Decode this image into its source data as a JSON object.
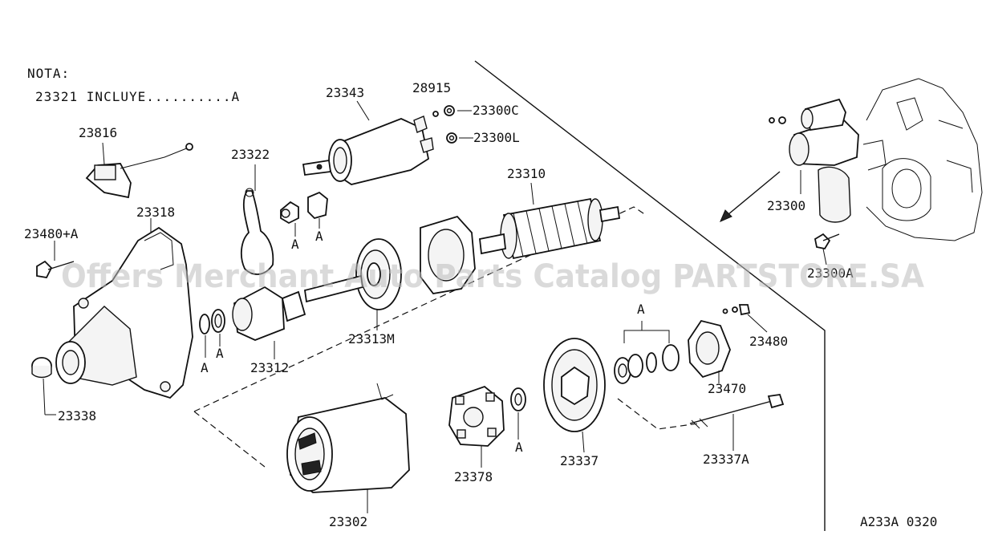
{
  "note": {
    "title": "NOTA:",
    "text": "23321 INCLUYE..........A"
  },
  "labels": {
    "p23816": "23816",
    "p23322": "23322",
    "p23343": "23343",
    "p28915": "28915",
    "p23300c": "23300C",
    "p23300l": "23300L",
    "p23310": "23310",
    "p23300": "23300",
    "p23300a": "23300A",
    "p23318": "23318",
    "p23480a": "23480+A",
    "p23313m": "23313M",
    "p23312": "23312",
    "p23480": "23480",
    "p23470": "23470",
    "p23338": "23338",
    "p23302": "23302",
    "p23378": "23378",
    "p23337": "23337",
    "p23337a": "23337A",
    "a1": "A",
    "a2": "A",
    "a3": "A",
    "a4": "A",
    "a5": "A",
    "a6": "A"
  },
  "watermark": "Offers Merchant Auto Parts Catalog PARTSTORE.SA",
  "code": "A233A 0320"
}
